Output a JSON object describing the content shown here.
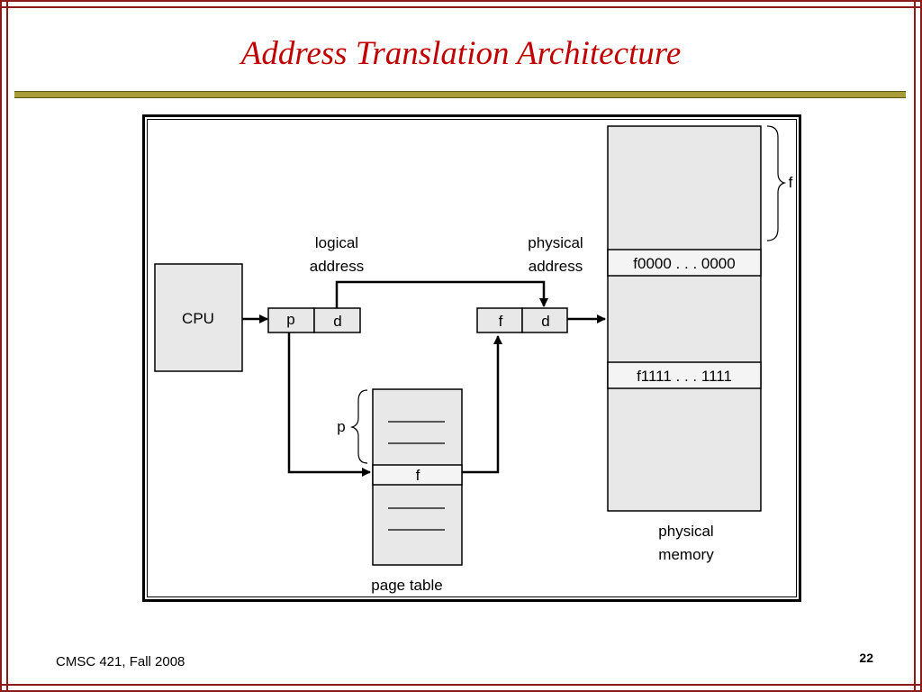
{
  "slide": {
    "title": "Address Translation Architecture",
    "footer": "CMSC 421, Fall 2008",
    "page_number": "22",
    "colors": {
      "title": "#c00000",
      "rule": "#a89b3a",
      "box_fill": "#e8e8e8",
      "border": "#8b1a1a"
    }
  },
  "diagram": {
    "cpu": "CPU",
    "logical_label_1": "logical",
    "logical_label_2": "address",
    "physical_label_1": "physical",
    "physical_label_2": "address",
    "logical_p": "p",
    "logical_d": "d",
    "physical_f": "f",
    "physical_d": "d",
    "page_index": "p",
    "page_table_entry": "f",
    "page_table_label": "page table",
    "memory_frame_brace": "f",
    "memory_row_1": "f0000 . . . 0000",
    "memory_row_2": "f1111 . . . 1111",
    "memory_label_1": "physical",
    "memory_label_2": "memory"
  }
}
